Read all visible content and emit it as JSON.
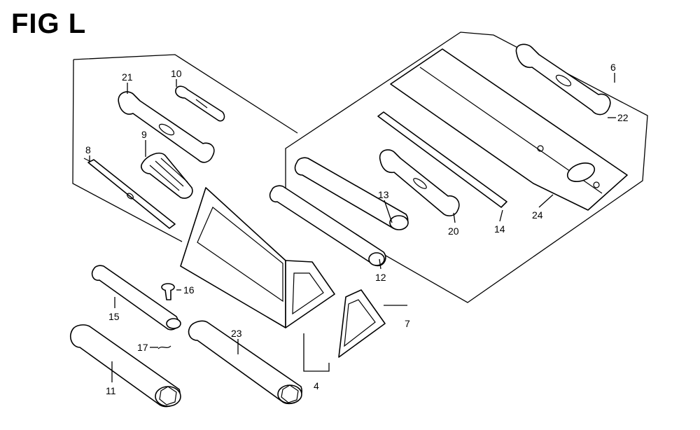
{
  "figure": {
    "title": "FIG L"
  },
  "callouts": [
    {
      "id": "c21",
      "text": "21"
    },
    {
      "id": "c10",
      "text": "10"
    },
    {
      "id": "c9",
      "text": "9"
    },
    {
      "id": "c8",
      "text": "8"
    },
    {
      "id": "c16",
      "text": "16"
    },
    {
      "id": "c15",
      "text": "15"
    },
    {
      "id": "c17",
      "text": "17"
    },
    {
      "id": "c11",
      "text": "11"
    },
    {
      "id": "c23",
      "text": "23"
    },
    {
      "id": "c4",
      "text": "4"
    },
    {
      "id": "c12",
      "text": "12"
    },
    {
      "id": "c13",
      "text": "13"
    },
    {
      "id": "c20",
      "text": "20"
    },
    {
      "id": "c14",
      "text": "14"
    },
    {
      "id": "c24",
      "text": "24"
    },
    {
      "id": "c6",
      "text": "6"
    },
    {
      "id": "c22",
      "text": "22"
    },
    {
      "id": "c7",
      "text": "7"
    }
  ]
}
